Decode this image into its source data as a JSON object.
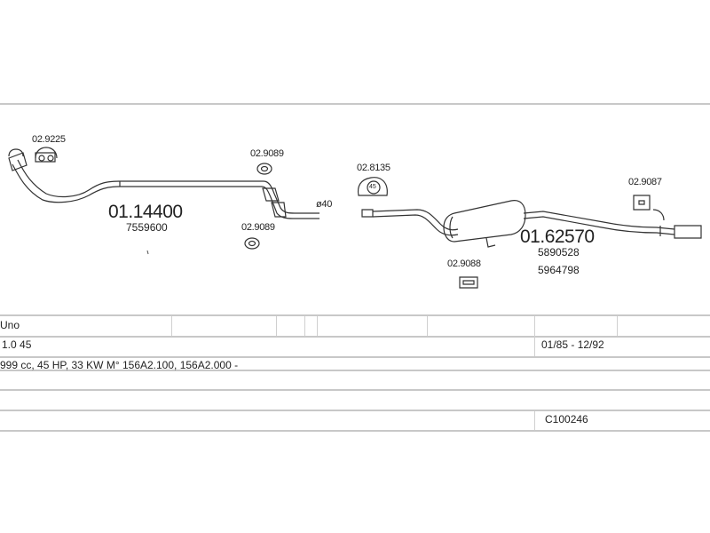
{
  "diagram": {
    "parts": {
      "clamp_front": "02.9225",
      "front_pipe": "01.14400",
      "front_pipe_oem": "7559600",
      "hanger_upper": "02.9089",
      "hanger_lower": "02.9089",
      "diameter_mark": "ø40",
      "clamp_mid": "02.8135",
      "clamp_mid_size": "45",
      "rear_silencer": "01.62570",
      "rear_silencer_oem_1": "5890528",
      "rear_silencer_oem_2": "5964798",
      "hanger_center": "02.9088",
      "hanger_rear": "02.9087"
    }
  },
  "info_table": {
    "model": "Uno",
    "engine": "1.0 45",
    "years": "01/85 - 12/92",
    "spec": "999 cc, 45 HP, 33 KW M° 156A2.100, 156A2.000 -",
    "code": "C100246"
  }
}
